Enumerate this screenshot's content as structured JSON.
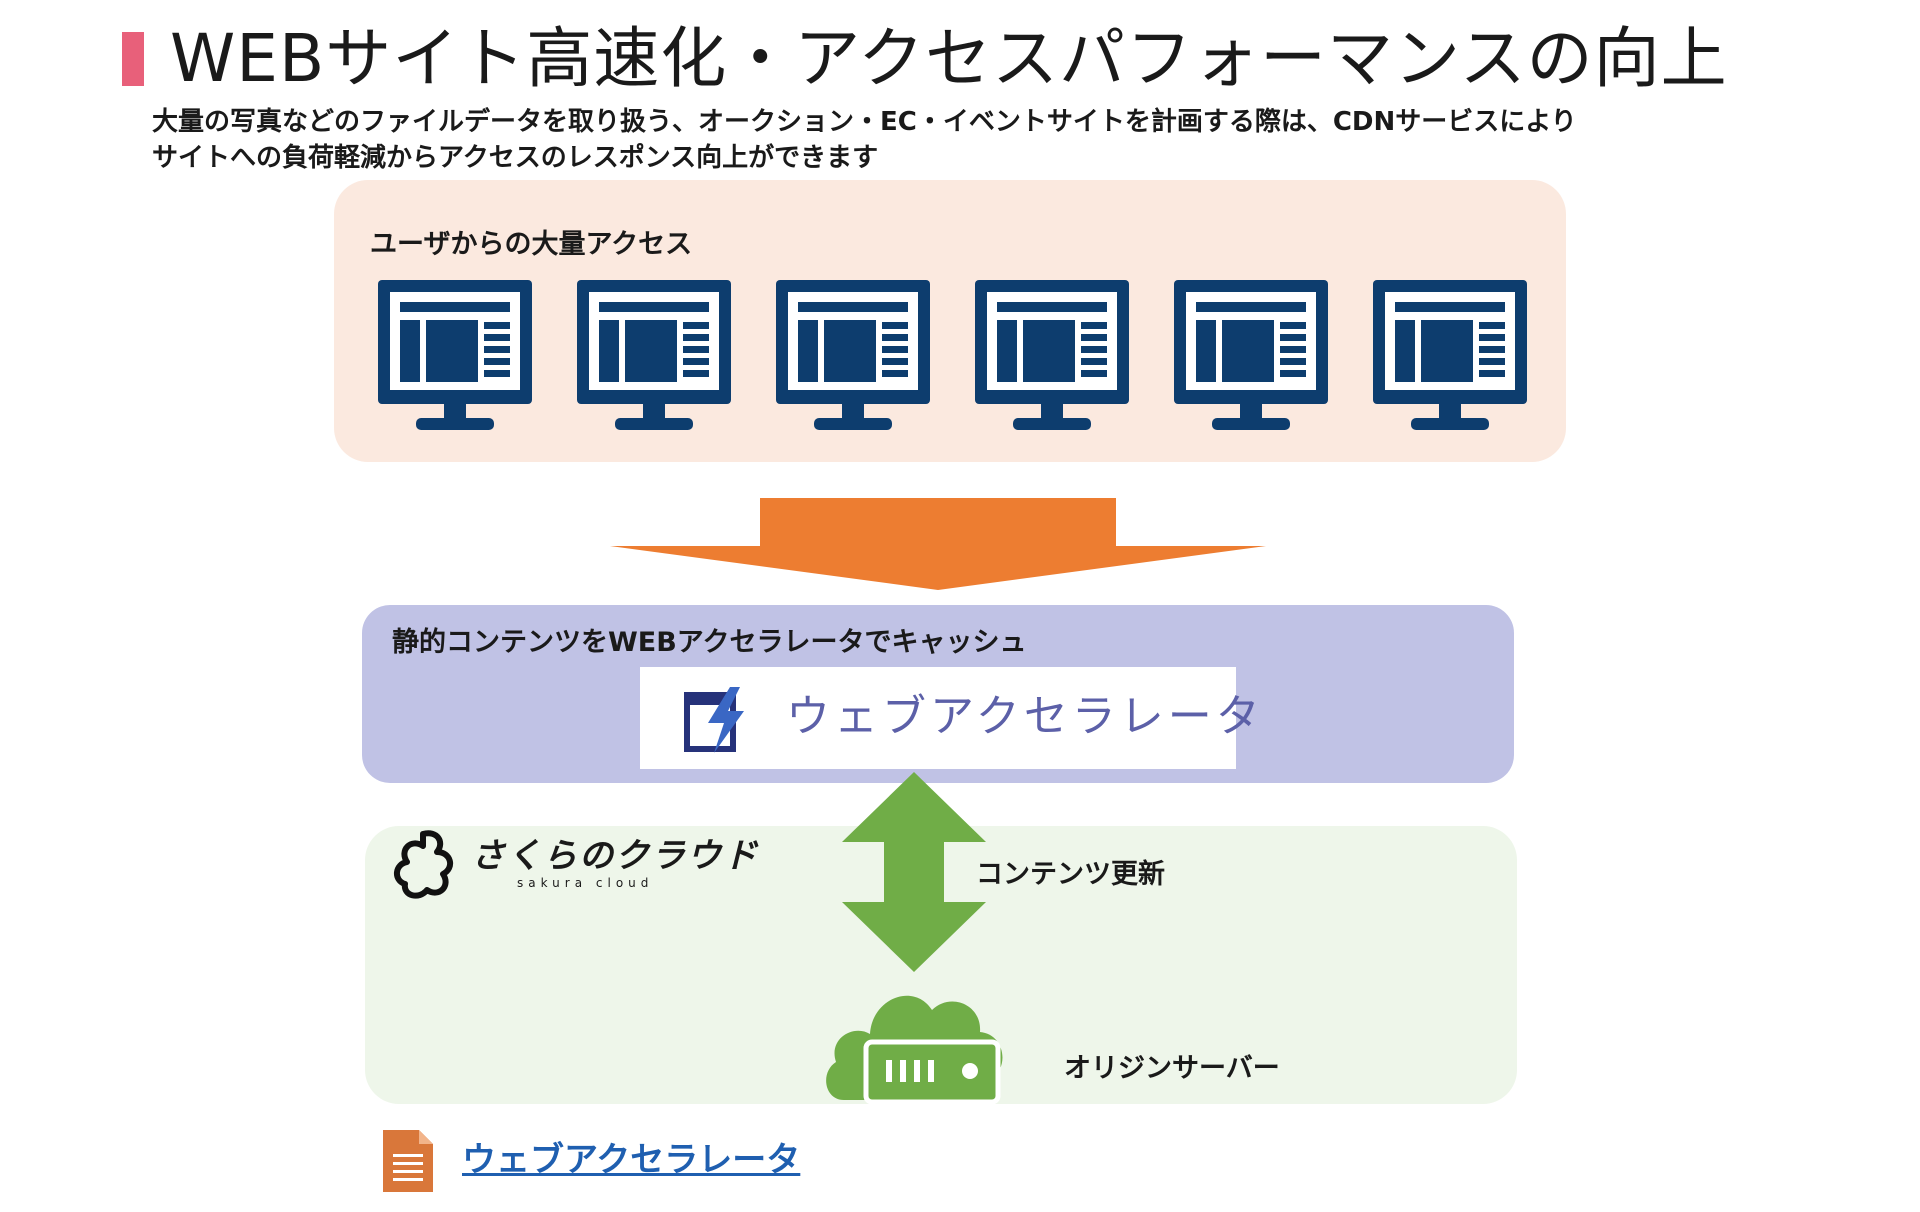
{
  "slide": {
    "title": "WEBサイト高速化・アクセスパフォーマンスの向上",
    "subtitle_lines": [
      "大量の写真などのファイルデータを取り扱う、オークション・EC・イベントサイトを計画する際は、CDNサービスにより",
      "サイトへの負荷軽減からアクセスのレスポンス向上ができます"
    ]
  },
  "users_panel": {
    "label": "ユーザからの大量アクセス",
    "monitors": 6
  },
  "cache_panel": {
    "label": "静的コンテンツをWEBアクセラレータでキャッシュ",
    "logo_text": "ウェブアクセラレータ"
  },
  "cloud_panel": {
    "logo_text": "さくらのクラウド",
    "logo_subtext": "sakura cloud",
    "update_label": "コンテンツ更新",
    "origin_label": "オリジンサーバー"
  },
  "link": {
    "label": "ウェブアクセラレータ",
    "icon": "document-icon"
  },
  "colors": {
    "title_accent": "#e8607a",
    "monitor": "#0d3d6e",
    "arrow_orange": "#ed7d31",
    "arrow_green": "#70ad47",
    "users_bg": "#fbe9df",
    "cache_bg": "#c0c2e5",
    "cloud_bg": "#eef6ea",
    "link": "#1f5fb0"
  }
}
